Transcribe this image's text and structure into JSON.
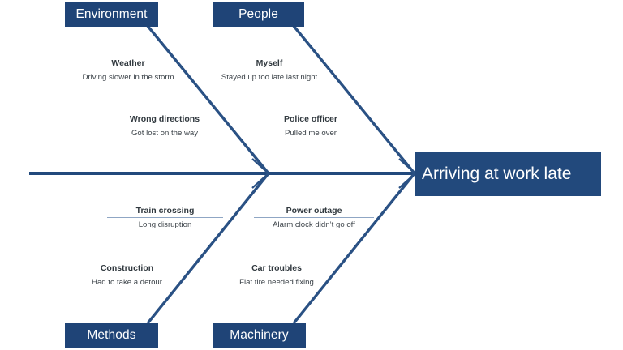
{
  "diagram": {
    "type": "fishbone-ishikawa",
    "effect": {
      "label": "Arriving at work late"
    },
    "colors": {
      "box_fill": "#1F4477",
      "effect_fill": "#22497C",
      "bone_stroke": "#2A5184",
      "spine_stroke": "#22497C",
      "rule_stroke": "#8FA6C4",
      "title_text": "#31393f",
      "detail_text": "#3c4349",
      "box_text": "#ffffff",
      "background": "#ffffff"
    },
    "categories": [
      {
        "id": "environment",
        "label": "Environment",
        "position": "top-left",
        "causes": [
          {
            "title": "Weather",
            "detail": "Driving slower in the storm"
          },
          {
            "title": "Wrong directions",
            "detail": "Got lost on the way"
          }
        ]
      },
      {
        "id": "people",
        "label": "People",
        "position": "top-right",
        "causes": [
          {
            "title": "Myself",
            "detail": "Stayed up too late last night"
          },
          {
            "title": "Police officer",
            "detail": "Pulled me over"
          }
        ]
      },
      {
        "id": "methods",
        "label": "Methods",
        "position": "bottom-left",
        "causes": [
          {
            "title": "Train crossing",
            "detail": "Long disruption"
          },
          {
            "title": "Construction",
            "detail": "Had to take a detour"
          }
        ]
      },
      {
        "id": "machinery",
        "label": "Machinery",
        "position": "bottom-right",
        "causes": [
          {
            "title": "Power outage",
            "detail": "Alarm clock didn’t go off"
          },
          {
            "title": "Car troubles",
            "detail": "Flat tire needed fixing"
          }
        ]
      }
    ]
  }
}
